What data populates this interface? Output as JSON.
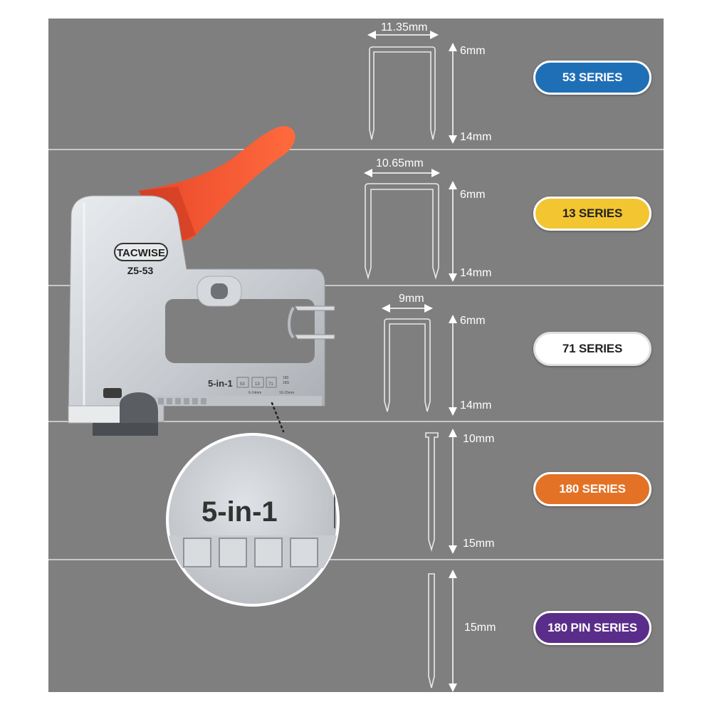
{
  "product": {
    "brand": "TACWISE",
    "model": "Z5-53",
    "feature_label": "5-in-1",
    "zoom_label": "5-in-1",
    "mini_slots": [
      "53",
      "13",
      "71"
    ],
    "mini_pin_labels": [
      "180",
      "18G"
    ],
    "mini_ranges": [
      "6-14mm",
      "10-15mm"
    ]
  },
  "series": [
    {
      "name": "53 SERIES",
      "width": "11.35mm",
      "min": "6mm",
      "max": "14mm",
      "color": "#1f6fb7",
      "text_color": "#ffffff"
    },
    {
      "name": "13 SERIES",
      "width": "10.65mm",
      "min": "6mm",
      "max": "14mm",
      "color": "#f2c531",
      "text_color": "#222222"
    },
    {
      "name": "71 SERIES",
      "width": "9mm",
      "min": "6mm",
      "max": "14mm",
      "color": "#ffffff",
      "text_color": "#222222"
    },
    {
      "name": "180 SERIES",
      "width": "",
      "min": "10mm",
      "max": "15mm",
      "color": "#e37226",
      "text_color": "#ffffff"
    },
    {
      "name": "180 PIN SERIES",
      "width": "",
      "min": "",
      "max": "15mm",
      "color": "#5b2d8a",
      "text_color": "#ffffff"
    }
  ]
}
